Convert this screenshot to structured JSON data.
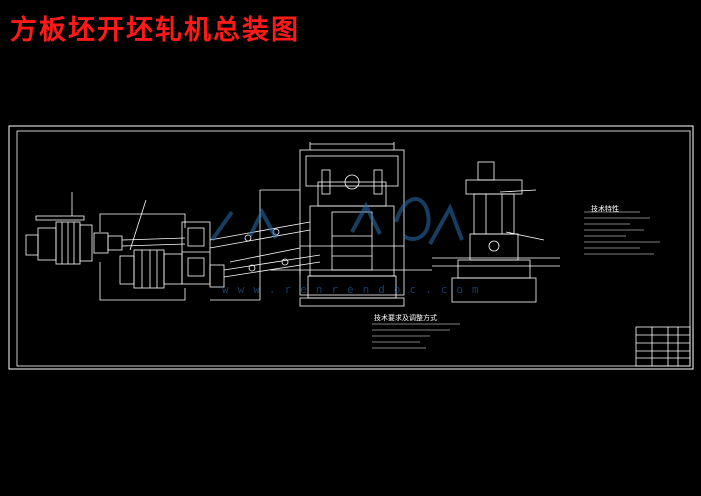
{
  "title": "方板坯开坯轧机总装图",
  "notes_right": {
    "heading": "技术特性"
  },
  "notes_bottom": {
    "heading": "技术要求及调整方式"
  },
  "watermark": {
    "text": "www.renrendoc.com"
  },
  "colors": {
    "background": "#000000",
    "title": "#ff1a1a",
    "lines": "#ffffff",
    "watermark": "#2a6fb0"
  }
}
